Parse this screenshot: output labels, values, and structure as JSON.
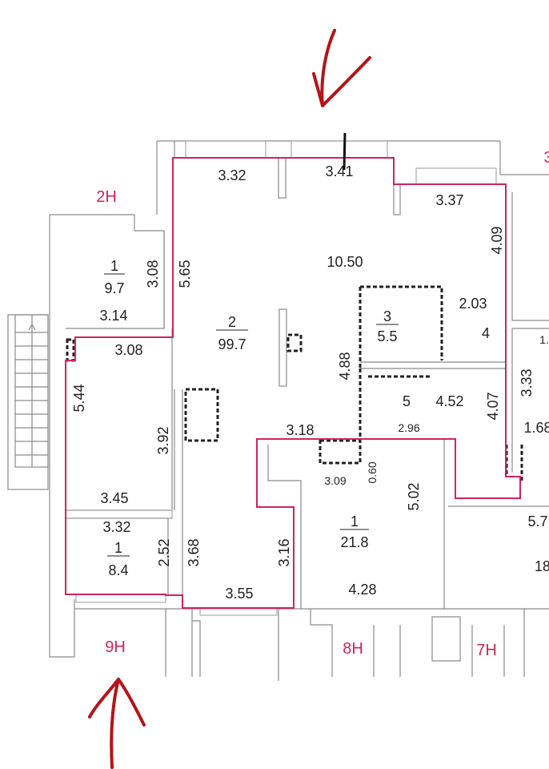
{
  "units": {
    "top_right_cut": "3",
    "u2": "2H",
    "u9": "9H",
    "u8": "8H",
    "u7": "7H"
  },
  "rooms": {
    "r1_top": {
      "num": "1",
      "area": "9.7"
    },
    "r2": {
      "num": "2",
      "area": "99.7"
    },
    "r3": {
      "num": "3",
      "area": "5.5"
    },
    "r4": {
      "num": "4"
    },
    "r5": {
      "num": "5"
    },
    "r1_bottom": {
      "num": "1",
      "area": "8.4"
    },
    "r1_right": {
      "num": "1",
      "area": "21.8"
    },
    "cut_right": "18"
  },
  "dims": {
    "d1": "3.32",
    "d2": "3.41",
    "d3": "3.37",
    "d4": "3.08",
    "d5": "5.65",
    "d6": "10.50",
    "d7": "4.09",
    "d8": "2.03",
    "d9": "3.14",
    "d10": "3.08",
    "d11": "4.88",
    "d12": "3.33",
    "d13": "1.",
    "d14": "4.52",
    "d15": "4.07",
    "d16": "5.44",
    "d17": "3.92",
    "d18": "3.18",
    "d19": "2.96",
    "d20": "1.68",
    "d21": "3.09",
    "d22": "0.60",
    "d23": "5.02",
    "d24": "5.7",
    "d25": "3.45",
    "d26": "3.32",
    "d27": "2.52",
    "d28": "3.68",
    "d29": "3.16",
    "d30": "4.28",
    "d31": "3.55"
  },
  "colors": {
    "boundary": "#d0245a",
    "arrow": "#b4141a",
    "wall": "#8a8a8a"
  }
}
